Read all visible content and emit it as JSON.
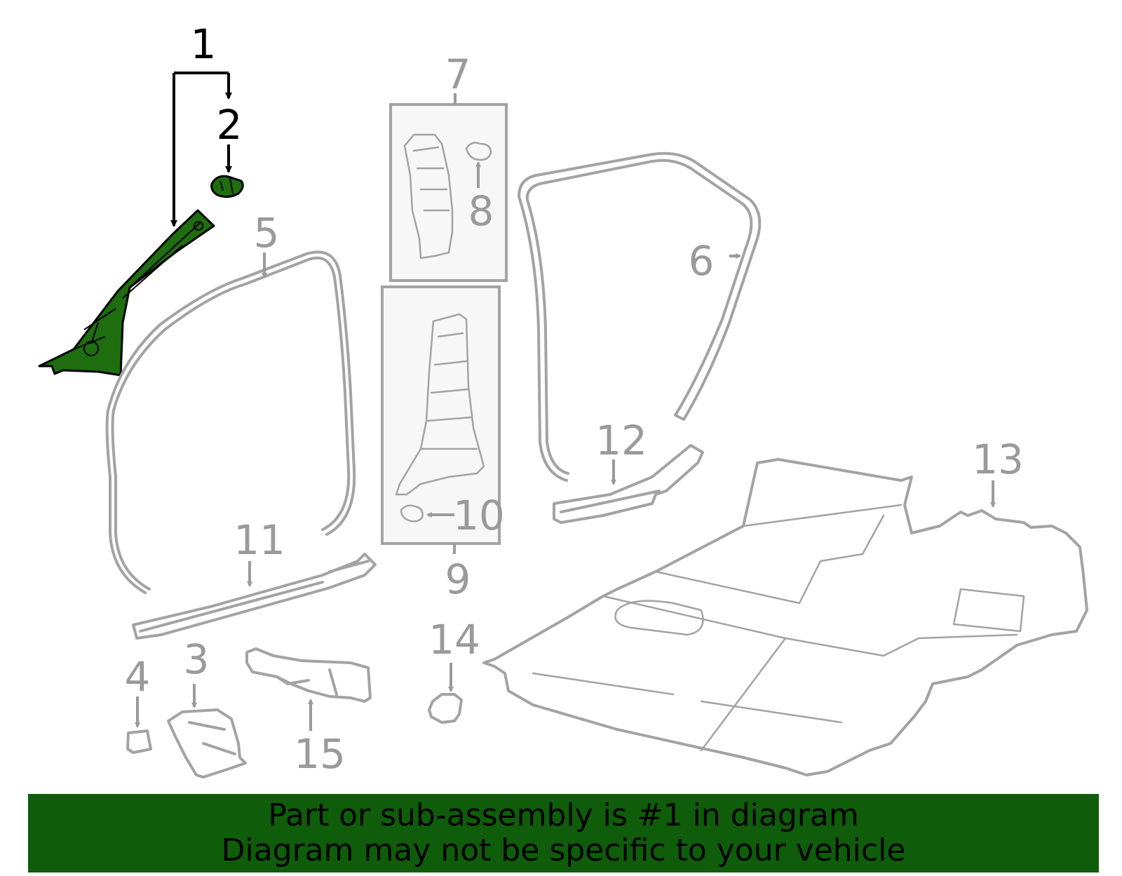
{
  "callouts": [
    {
      "id": "1",
      "label": "1",
      "highlight": true
    },
    {
      "id": "2",
      "label": "2",
      "highlight": true
    },
    {
      "id": "3",
      "label": "3"
    },
    {
      "id": "4",
      "label": "4"
    },
    {
      "id": "5",
      "label": "5"
    },
    {
      "id": "6",
      "label": "6"
    },
    {
      "id": "7",
      "label": "7"
    },
    {
      "id": "8",
      "label": "8"
    },
    {
      "id": "9",
      "label": "9"
    },
    {
      "id": "10",
      "label": "10"
    },
    {
      "id": "11",
      "label": "11"
    },
    {
      "id": "12",
      "label": "12"
    },
    {
      "id": "13",
      "label": "13"
    },
    {
      "id": "14",
      "label": "14"
    },
    {
      "id": "15",
      "label": "15"
    }
  ],
  "banner": {
    "line1": "Part or sub-assembly is #1 in diagram",
    "line2": "Diagram may not be specific to your vehicle"
  },
  "colors": {
    "highlight_fill": "#1e6e0f",
    "banner_background": "#0f5c0a",
    "part_outline": "#a3a3a3",
    "callout_grey": "#9a9a9a"
  }
}
